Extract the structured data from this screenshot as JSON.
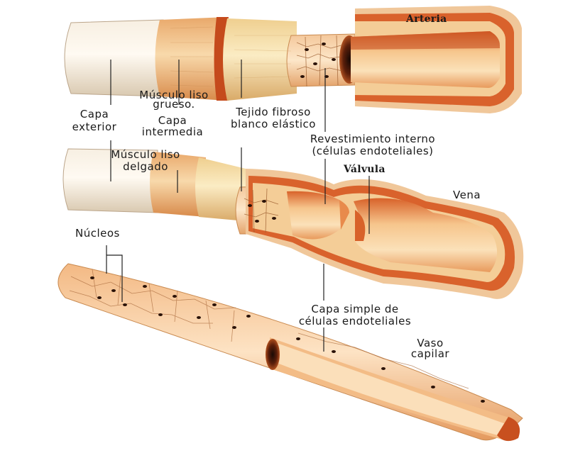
{
  "labels": {
    "arteria": "Arteria",
    "vena": "Vena",
    "vaso_capilar_l1": "Vaso",
    "vaso_capilar_l2": "capilar",
    "musculo_liso_grueso_l1": "Músculo liso",
    "musculo_liso_grueso_l2": "grueso.",
    "capa_exterior_l1": "Capa",
    "capa_exterior_l2": "exterior",
    "capa_intermedia_l1": "Capa",
    "capa_intermedia_l2": "intermedia",
    "tejido_fibroso_l1": "Tejido fibroso",
    "tejido_fibroso_l2": "blanco elástico",
    "revestimiento_l1": "Revestimiento interno",
    "revestimiento_l2": "(células endoteliales)",
    "valvula": "Válvula",
    "musculo_liso_delgado_l1": "Músculo liso",
    "musculo_liso_delgado_l2": "delgado",
    "nucleos": "Núcleos",
    "capa_simple_l1": "Capa simple de",
    "capa_simple_l2": "células endoteliales"
  }
}
